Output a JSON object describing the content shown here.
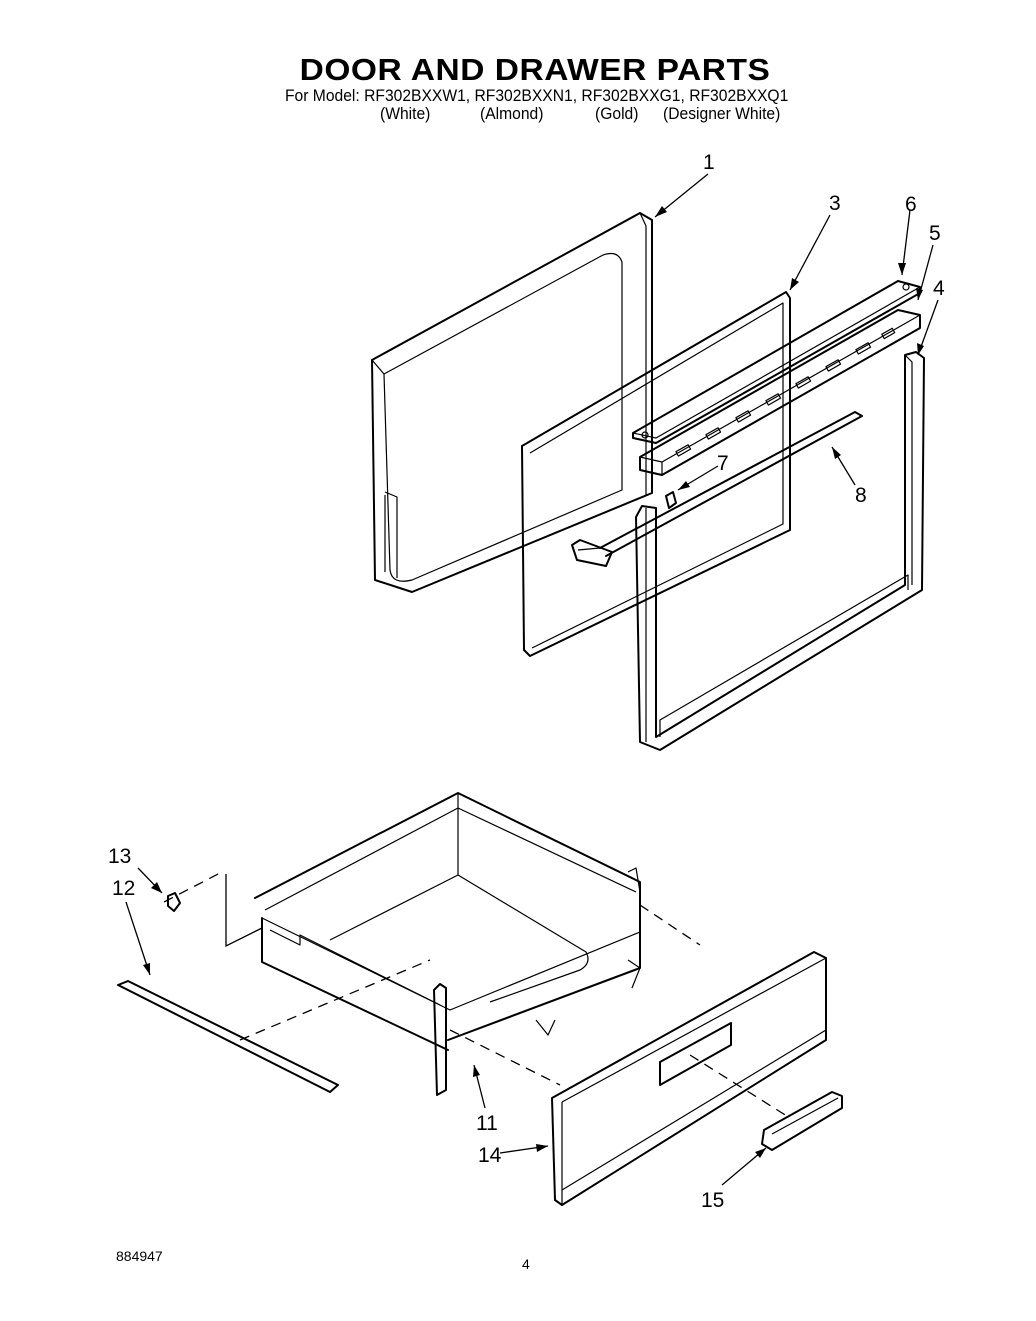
{
  "title": "DOOR AND DRAWER PARTS",
  "model_line": "For Model: RF302BXXW1, RF302BXXN1, RF302BXXG1, RF302BXXQ1",
  "colors": [
    "(White)",
    "(Almond)",
    "(Gold)",
    "(Designer White)"
  ],
  "callouts": [
    "1",
    "3",
    "6",
    "5",
    "4",
    "7",
    "8",
    "13",
    "12",
    "11",
    "14",
    "15"
  ],
  "footer_left": "884947",
  "page_number": "4"
}
